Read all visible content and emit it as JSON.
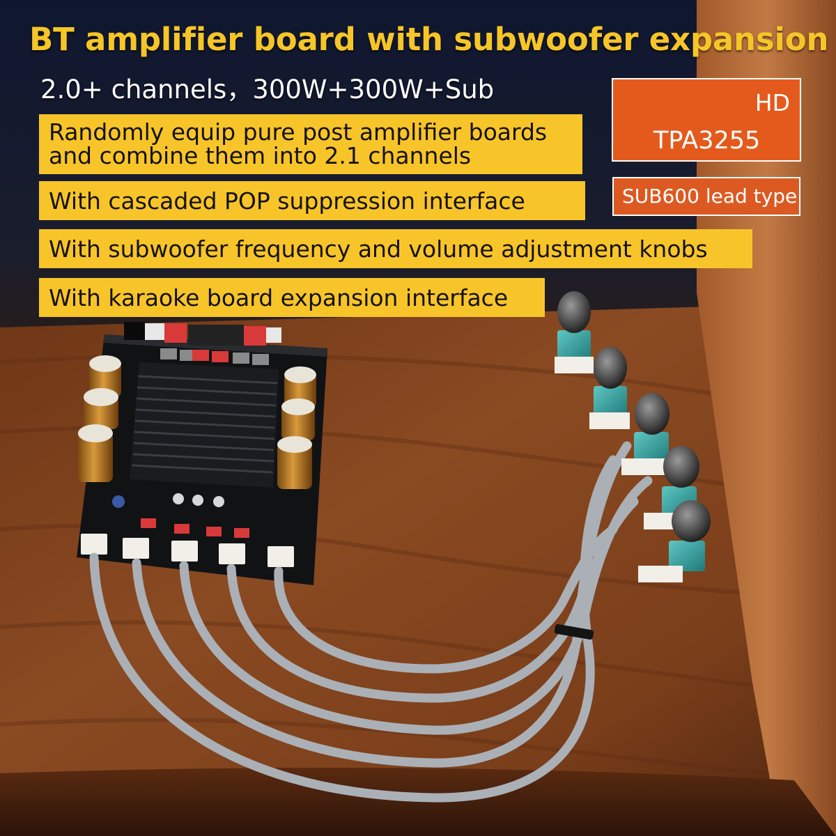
{
  "headline": "BT amplifier board with subwoofer expansion",
  "subheadline": "2.0+ channels，300W+300W+Sub",
  "features": [
    {
      "line1": "Randomly equip pure post amplifier boards",
      "line2": "and combine them into 2.1 channels"
    },
    {
      "line1": "With cascaded POP suppression interface"
    },
    {
      "line1": "With subwoofer frequency and volume adjustment knobs"
    },
    {
      "line1": "With karaoke board expansion interface"
    }
  ],
  "chip_badge": {
    "quality": "HD",
    "model": "TPA3255"
  },
  "lead_badge": "SUB600 lead type",
  "colors": {
    "headline": "#f6c528",
    "feature_band": "#f7c52a",
    "chip_badge": "#e45a1c",
    "lead_badge": "#dc5a22"
  }
}
